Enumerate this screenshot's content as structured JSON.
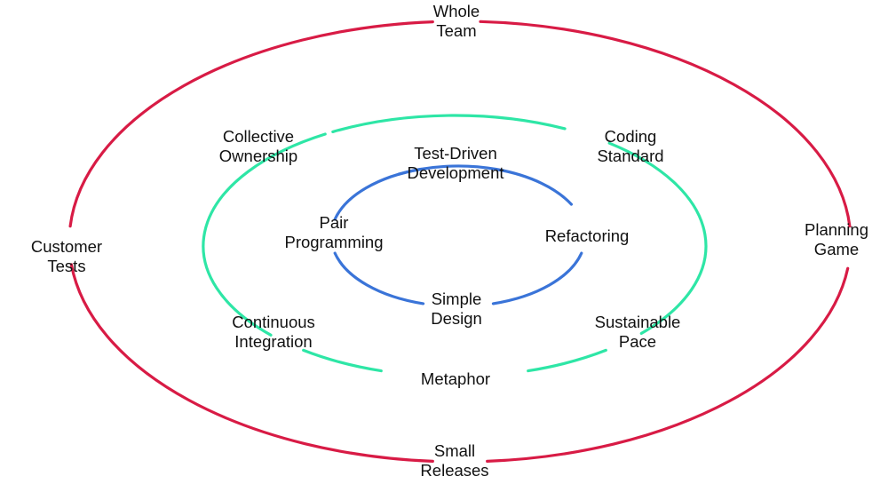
{
  "title": "Extreme Programming practices rings",
  "rings": [
    {
      "id": "outer",
      "color": "#d81b45",
      "labels": [
        {
          "lines": [
            "Whole",
            "Team"
          ],
          "angle": 270
        },
        {
          "lines": [
            "Planning",
            "Game"
          ],
          "angle": 0
        },
        {
          "lines": [
            "Small",
            "Releases"
          ],
          "angle": 90
        },
        {
          "lines": [
            "Customer",
            "Tests"
          ],
          "angle": 180
        }
      ]
    },
    {
      "id": "middle",
      "color": "#2ee6a6",
      "labels": [
        {
          "lines": [
            "Collective",
            "Ownership"
          ],
          "angle": 225
        },
        {
          "lines": [
            "Coding",
            "Standard"
          ],
          "angle": 315
        },
        {
          "lines": [
            "Sustainable",
            "Pace"
          ],
          "angle": 45
        },
        {
          "lines": [
            "Metaphor"
          ],
          "angle": 90
        },
        {
          "lines": [
            "Continuous",
            "Integration"
          ],
          "angle": 135
        }
      ]
    },
    {
      "id": "inner",
      "color": "#3a74d8",
      "labels": [
        {
          "lines": [
            "Test-Driven",
            "Development"
          ],
          "angle": 270
        },
        {
          "lines": [
            "Refactoring"
          ],
          "angle": 0
        },
        {
          "lines": [
            "Simple",
            "Design"
          ],
          "angle": 90
        },
        {
          "lines": [
            "Pair",
            "Programming"
          ],
          "angle": 180
        }
      ]
    }
  ]
}
